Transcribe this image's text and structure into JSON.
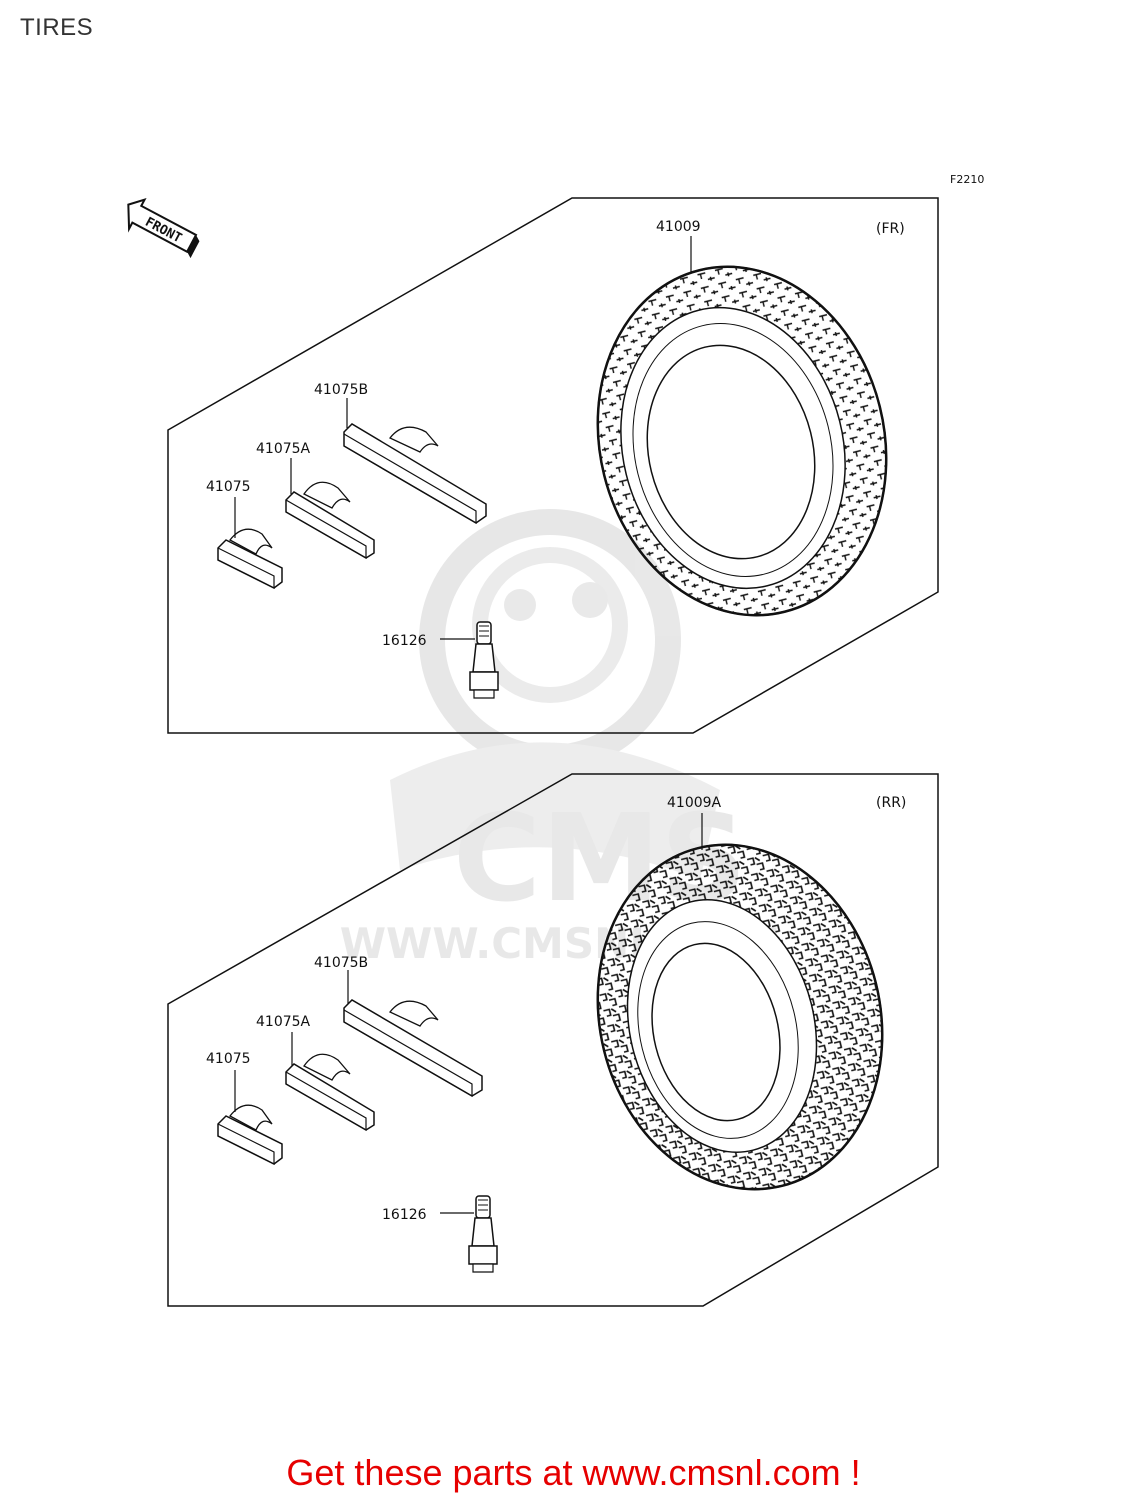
{
  "page": {
    "title": "TIRES"
  },
  "diagram": {
    "figure_code": "F2210",
    "front_arrow_label": "FRONT",
    "groups": [
      {
        "label": "(FR)",
        "parts": {
          "tire": "41009",
          "weight_b": "41075B",
          "weight_a": "41075A",
          "weight": "41075",
          "valve": "16126"
        }
      },
      {
        "label": "(RR)",
        "parts": {
          "tire": "41009A",
          "weight_b": "41075B",
          "weight_a": "41075A",
          "weight": "41075",
          "valve": "16126"
        }
      }
    ],
    "watermark": {
      "brand": "CMS",
      "url": "WWW.CMSNL.COM"
    }
  },
  "banner": {
    "text": "Get these parts at www.cmsnl.com !"
  },
  "colors": {
    "banner": "#e60000",
    "lines": "#111111",
    "watermark": "#e2e2e2"
  }
}
